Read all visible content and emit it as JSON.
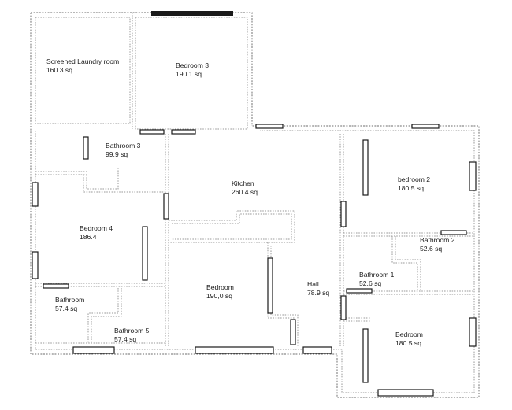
{
  "rooms": [
    {
      "key": "laundry",
      "name": "Screened Laundry room",
      "area": "160.3 sq"
    },
    {
      "key": "bedroom3",
      "name": "Bedroom 3",
      "area": "190.1 sq"
    },
    {
      "key": "bathroom3",
      "name": "Bathroom 3",
      "area": "99.9 sq"
    },
    {
      "key": "kitchen",
      "name": "Kitchen",
      "area": "260.4 sq"
    },
    {
      "key": "bedroom2",
      "name": "bedroom 2",
      "area": "180.5 sq"
    },
    {
      "key": "bedroom4",
      "name": "Bedroom 4",
      "area": "186.4"
    },
    {
      "key": "bathroom2",
      "name": "Bathroom 2",
      "area": "52.6 sq"
    },
    {
      "key": "bathroom1",
      "name": "Bathroom 1",
      "area": "52.6 sq"
    },
    {
      "key": "bedroom",
      "name": "Bedroom",
      "area": "190,0 sq"
    },
    {
      "key": "hall",
      "name": "Hall",
      "area": "78.9 sq"
    },
    {
      "key": "bathroom",
      "name": "Bathroom",
      "area": "57.4 sq"
    },
    {
      "key": "bathroom5",
      "name": "Bathroom 5",
      "area": "57.4 sq"
    },
    {
      "key": "bedroom_se",
      "name": "Bedroom",
      "area": "180.5 sq"
    }
  ]
}
